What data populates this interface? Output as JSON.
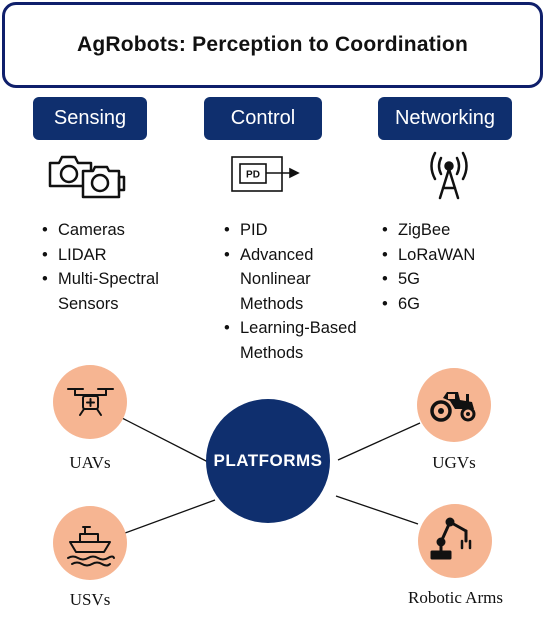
{
  "title": "AgRobots: Perception to Coordination",
  "columns": [
    {
      "header": "Sensing",
      "icon": "camera-icon",
      "items": [
        "Cameras",
        "LIDAR",
        "Multi-Spectral Sensors"
      ]
    },
    {
      "header": "Control",
      "icon": "pid-block-diagram-icon",
      "icon_text": "PD",
      "items": [
        "PID",
        "Advanced Nonlinear Methods",
        "Learning-Based Methods"
      ]
    },
    {
      "header": "Networking",
      "icon": "antenna-signal-icon",
      "items": [
        "ZigBee",
        "LoRaWAN",
        "5G",
        "6G"
      ]
    }
  ],
  "hub": {
    "label": "PLATFORMS"
  },
  "platforms": [
    {
      "label": "UAVs",
      "icon": "drone-icon"
    },
    {
      "label": "UGVs",
      "icon": "tractor-icon"
    },
    {
      "label": "USVs",
      "icon": "boat-icon"
    },
    {
      "label": "Robotic Arms",
      "icon": "robotic-arm-icon"
    }
  ],
  "colors": {
    "navy": "#0f2f6e",
    "title_border": "#0f1f6b",
    "platform_circle": "#f6b592",
    "icon": "#111111"
  }
}
